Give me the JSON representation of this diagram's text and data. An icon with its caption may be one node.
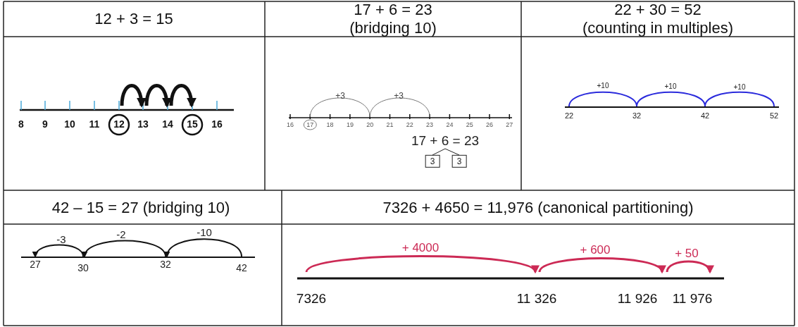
{
  "diagram": {
    "labels": [
      "12 + 3 = 15",
      "17 + 6 = 23 (bridging 10)",
      "22 + 30 = 52 (counting in multiples)",
      "8",
      "9",
      "10",
      "11",
      "12",
      "13",
      "14",
      "15",
      "16",
      "+3",
      "+3",
      "16",
      "17",
      "18",
      "19",
      "20",
      "21",
      "22",
      "23",
      "24",
      "25",
      "26",
      "27",
      "17 + 6 = 23",
      "3",
      "3",
      "+10",
      "+10",
      "+10",
      "22",
      "32",
      "42",
      "52",
      "42 – 15 = 27 (bridging 10)",
      "7326 + 4650 = 11,976  (canonical partitioning)",
      "-3",
      "-2",
      "-10",
      "27",
      "30",
      "32",
      "42",
      "+ 4000",
      "+ 600",
      "+ 50",
      "7326",
      "11 326",
      "11 926",
      "11 976"
    ]
  }
}
